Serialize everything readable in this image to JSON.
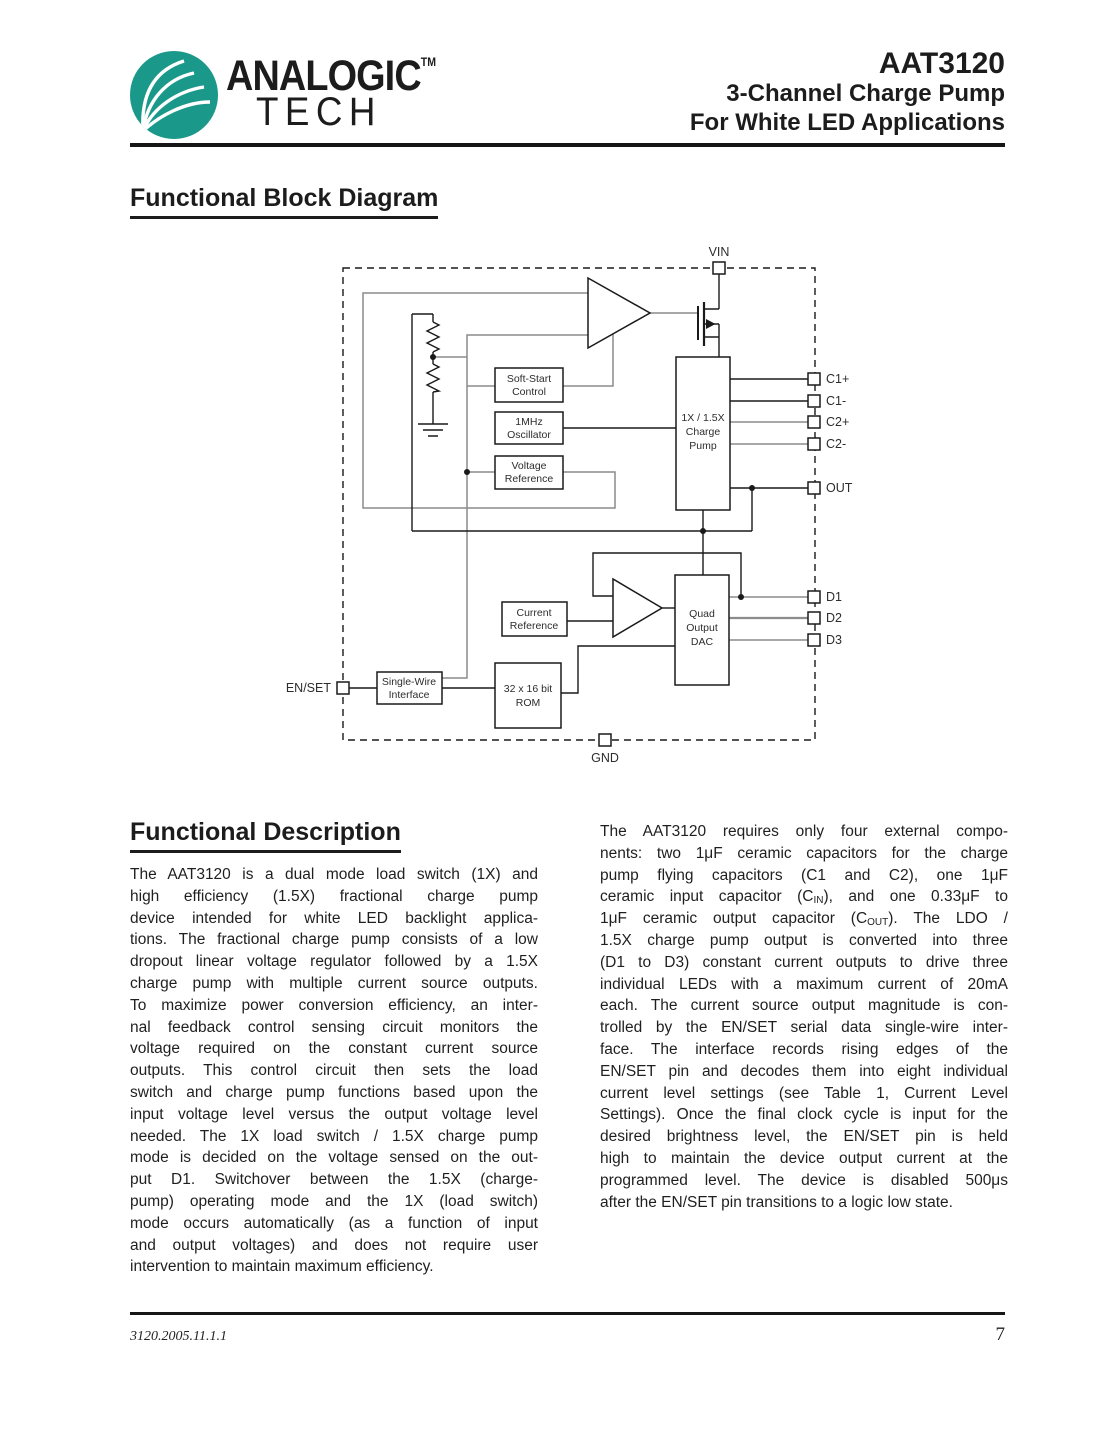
{
  "header": {
    "brand_top": "ANALOGIC",
    "brand_tm": "TM",
    "brand_bottom": "TECH",
    "brand_color": "#1A998B",
    "part_number": "AAT3120",
    "subtitle_line1": "3-Channel Charge Pump",
    "subtitle_line2": "For White LED Applications"
  },
  "sections": {
    "block_diagram_heading": "Functional Block Diagram",
    "description_heading": "Functional Description"
  },
  "diagram": {
    "wire_gray": "#8c8c8c",
    "line_black": "#1a1a1a",
    "blocks": {
      "soft_start": {
        "lines": [
          "Soft-Start",
          "Control"
        ]
      },
      "oscillator": {
        "lines": [
          "1MHz",
          "Oscillator"
        ]
      },
      "voltage_reference": {
        "lines": [
          "Voltage",
          "Reference"
        ]
      },
      "charge_pump": {
        "lines": [
          "1X / 1.5X",
          "Charge",
          "Pump"
        ]
      },
      "current_reference": {
        "lines": [
          "Current",
          "Reference"
        ]
      },
      "quad_dac": {
        "lines": [
          "Quad",
          "Output",
          "DAC"
        ]
      },
      "single_wire": {
        "lines": [
          "Single-Wire",
          "Interface"
        ]
      },
      "rom": {
        "lines": [
          "32 x 16 bit",
          "ROM"
        ]
      }
    },
    "pins": {
      "vin": "VIN",
      "gnd": "GND",
      "enset": "EN/SET",
      "c1p": "C1+",
      "c1m": "C1-",
      "c2p": "C2+",
      "c2m": "C2-",
      "out": "OUT",
      "d1": "D1",
      "d2": "D2",
      "d3": "D3"
    }
  },
  "description": {
    "left_lines": [
      "The AAT3120 is a dual mode load switch (1X) and",
      "high efficiency (1.5X) fractional charge pump",
      "device intended for white LED backlight applica-",
      "tions. The fractional charge pump consists of a low",
      "dropout linear voltage regulator followed by a 1.5X",
      "charge pump with multiple current source outputs.",
      "To maximize power conversion efficiency, an inter-",
      "nal feedback control sensing circuit monitors the",
      "voltage required on the constant current source",
      "outputs.  This control circuit then sets the load",
      "switch and charge pump functions based upon the",
      "input voltage level versus the output voltage level",
      "needed.  The 1X load switch / 1.5X charge pump",
      "mode is decided on the voltage sensed on the out-",
      "put D1. Switchover between the 1.5X (charge-",
      "pump) operating mode and the 1X (load switch)",
      "mode occurs automatically (as a function of input",
      "and output voltages) and does not require user",
      "intervention to maintain maximum efficiency."
    ],
    "right_lines": [
      "The AAT3120 requires only four external compo-",
      "nents: two 1μF ceramic capacitors for the charge",
      "pump flying capacitors (C1 and C2), one 1μF",
      "ceramic input capacitor (C{sub:IN}), and one 0.33μF to",
      "1μF ceramic output capacitor (C{sub:OUT}). The LDO /",
      "1.5X charge pump output is converted into three",
      "(D1 to D3) constant current outputs to drive three",
      "individual LEDs with a maximum current of 20mA",
      "each. The current source output magnitude is con-",
      "trolled by the EN/SET serial data single-wire inter-",
      "face. The interface records rising edges of the",
      "EN/SET pin and decodes them into eight individual",
      "current level settings (see Table 1, Current Level",
      "Settings). Once the final clock cycle is input for the",
      "desired brightness level, the EN/SET pin is held",
      "high to maintain the device output current at the",
      "programmed level. The device is disabled 500μs",
      "after the EN/SET pin transitions to a logic low state."
    ]
  },
  "footer": {
    "doc_number": "3120.2005.11.1.1",
    "page_number": "7"
  }
}
